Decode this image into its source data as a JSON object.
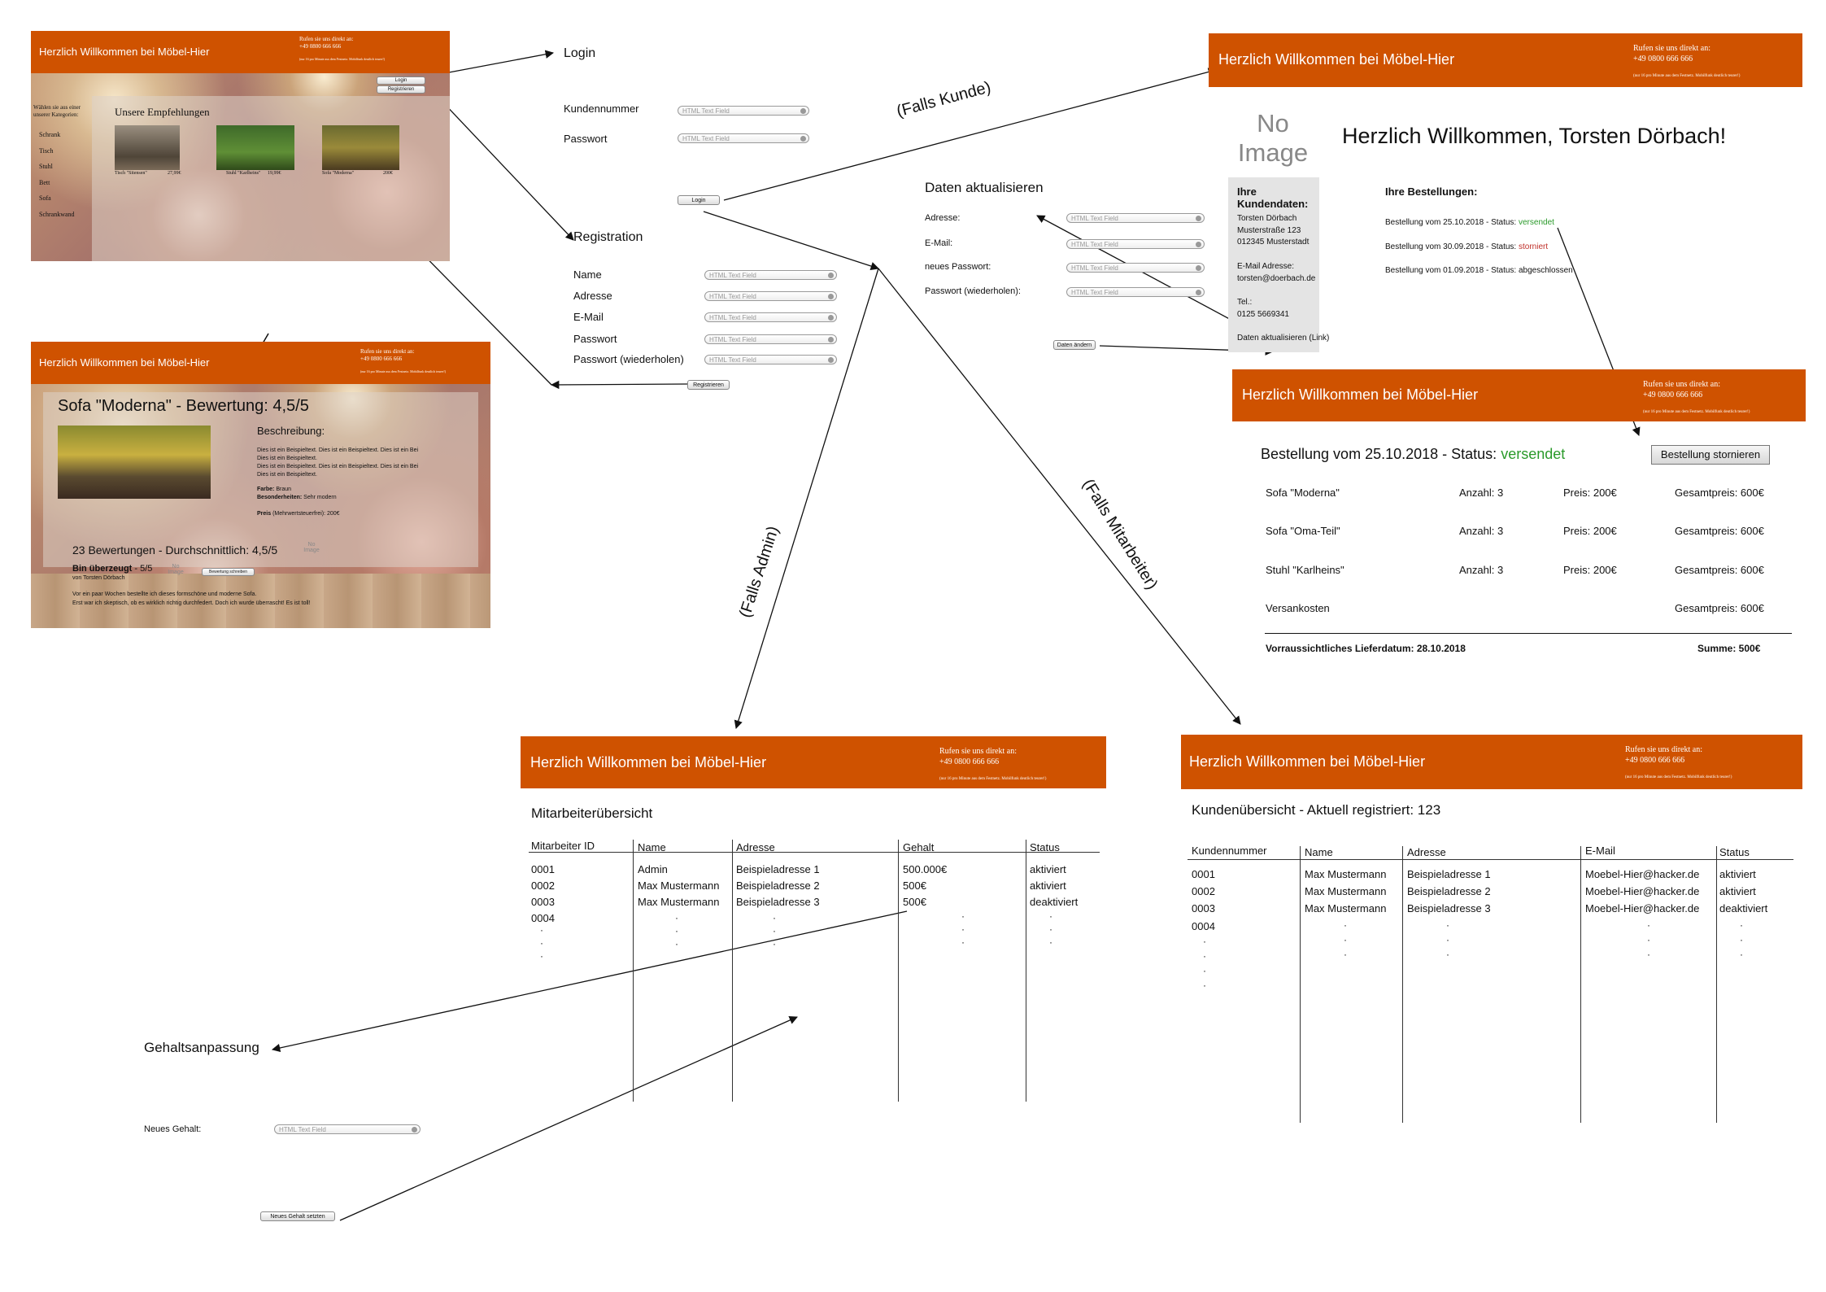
{
  "brand_color": "#cf5200",
  "header": {
    "title": "Herzlich Willkommen bei Möbel-Hier",
    "call_line1": "Rufen sie uns direkt an:",
    "call_line2": "+49 0800 666 666",
    "call_small": "(nur 16 pro Minute aus dem Festnetz. Mobilfunk deutlich teurer!)"
  },
  "home": {
    "btn_login": "Login",
    "btn_register": "Registrieren",
    "cat_intro": "Wählen sie aus einer unserer Kategorien:",
    "categories": [
      "Schrank",
      "Tisch",
      "Stuhl",
      "Bett",
      "Sofa",
      "Schrankwand"
    ],
    "rec_title": "Unsere Empfehlungen",
    "products": [
      {
        "name": "Tisch \"Sitensen\"",
        "price": "27,99€"
      },
      {
        "name": "Stuhl \"Karlheins\"",
        "price": "19,99€"
      },
      {
        "name": "Sofa \"Moderna\"",
        "price": "200€"
      }
    ]
  },
  "product": {
    "title": "Sofa \"Moderna\" - Bewertung: 4,5/5",
    "desc_title": "Beschreibung:",
    "desc_lines": [
      "Dies ist ein Beispieltext. Dies ist ein Beispieltext. Dies ist ein Bei",
      "Dies ist ein Beispieltext.",
      "Dies ist ein Beispieltext. Dies ist ein Beispieltext. Dies ist ein Bei",
      "Dies ist ein Beispieltext."
    ],
    "color_label": "Farbe:",
    "color_value": " Braun",
    "special_label": "Besonderheiten:",
    "special_value": " Sehr modern",
    "price_label": "Preis",
    "price_value": " (Mehrwertsteuerfrei): 200€",
    "reviews_summary": "23 Bewertungen - Durchschnittlich: 4,5/5",
    "review_title": "Bin überzeugt",
    "review_score": " - 5/5",
    "review_author": "von Torsten Dörbach",
    "review_button": "Bewertung schreiben",
    "review_text1": "Vor ein paar Wochen bestellte ich dieses formschöne und moderne Sofa.",
    "review_text2": "Erst war ich skeptisch, ob es wirklich richtig durchfedert. Doch ich wurde überrascht! Es ist toll!",
    "no_image": "No Image"
  },
  "login": {
    "title": "Login",
    "field1": "Kundennummer",
    "field2": "Passwort",
    "placeholder": "HTML Text Field",
    "button": "Login"
  },
  "registration": {
    "title": "Registration",
    "fields": [
      "Name",
      "Adresse",
      "E-Mail",
      "Passwort",
      "Passwort (wiederholen)"
    ],
    "button": "Registrieren"
  },
  "arrow_labels": {
    "kunde": "(Falls Kunde)",
    "admin": "(Falls Admin)",
    "mitarbeiter": "(Falls Mitarbeiter)"
  },
  "update": {
    "title": "Daten aktualisieren",
    "fields": [
      "Adresse:",
      "E-Mail:",
      "neues Passwort:",
      "Passwort (wiederholen):"
    ],
    "button": "Daten ändern"
  },
  "customer": {
    "no_image_1": "No",
    "no_image_2": "Image",
    "welcome": "Herzlich Willkommen, Torsten Dörbach!",
    "data_title": "Ihre Kundendaten:",
    "data_lines": [
      "Torsten Dörbach",
      "Musterstraße 123",
      "012345 Musterstadt",
      "",
      "E-Mail Adresse:",
      "torsten@doerbach.de",
      "",
      "Tel.:",
      "0125 5669341",
      "",
      "Daten aktualisieren (Link)"
    ],
    "orders_title": "Ihre Bestellungen:",
    "orders": [
      {
        "text": "Bestellung vom 25.10.2018 - Status: ",
        "status": "versendet",
        "color": "#2a9a2a"
      },
      {
        "text": "Bestellung vom 30.09.2018 - Status: ",
        "status": "storniert",
        "color": "#c0302a"
      },
      {
        "text": "Bestellung vom 01.09.2018 - Status: ",
        "status": "abgeschlossen",
        "color": "#222222"
      }
    ]
  },
  "order": {
    "title": "Bestellung vom 25.10.2018 - Status: ",
    "status": "versendet",
    "cancel": "Bestellung stornieren",
    "items": [
      {
        "name": "Sofa \"Moderna\"",
        "qty": "Anzahl: 3",
        "price": "Preis: 200€",
        "total": "Gesamtpreis: 600€"
      },
      {
        "name": "Sofa \"Oma-Teil\"",
        "qty": "Anzahl: 3",
        "price": "Preis: 200€",
        "total": "Gesamtpreis: 600€"
      },
      {
        "name": "Stuhl \"Karlheins\"",
        "qty": "Anzahl: 3",
        "price": "Preis: 200€",
        "total": "Gesamtpreis: 600€"
      },
      {
        "name": "Versankosten",
        "qty": "",
        "price": "",
        "total": "Gesamtpreis: 600€"
      }
    ],
    "delivery": "Vorraussichtliches Lieferdatum: 28.10.2018",
    "sum": "Summe: 500€"
  },
  "employees": {
    "title": "Mitarbeiterübersicht",
    "headers": [
      "Mitarbeiter ID",
      "Name",
      "Adresse",
      "Gehalt",
      "Status"
    ],
    "rows": [
      [
        "0001",
        "Admin",
        "Beispieladresse 1",
        "500.000€",
        "aktiviert"
      ],
      [
        "0002",
        "Max Mustermann",
        "Beispieladresse 2",
        "500€",
        "aktiviert"
      ],
      [
        "0003",
        "Max Mustermann",
        "Beispieladresse 3",
        "500€",
        "deaktiviert"
      ],
      [
        "0004",
        "",
        "",
        "",
        ""
      ]
    ]
  },
  "salary": {
    "title": "Gehaltsanpassung",
    "field": "Neues Gehalt:",
    "button": "Neues Gehalt setzten"
  },
  "customers": {
    "title": "Kundenübersicht - Aktuell registriert: 123",
    "headers": [
      "Kundennummer",
      "Name",
      "Adresse",
      "E-Mail",
      "Status"
    ],
    "rows": [
      [
        "0001",
        "Max Mustermann",
        "Beispieladresse 1",
        "Moebel-Hier@hacker.de",
        "aktiviert"
      ],
      [
        "0002",
        "Max Mustermann",
        "Beispieladresse 2",
        "Moebel-Hier@hacker.de",
        "aktiviert"
      ],
      [
        "0003",
        "Max Mustermann",
        "Beispieladresse 3",
        "Moebel-Hier@hacker.de",
        "deaktiviert"
      ],
      [
        "0004",
        "",
        "",
        "",
        ""
      ]
    ]
  }
}
